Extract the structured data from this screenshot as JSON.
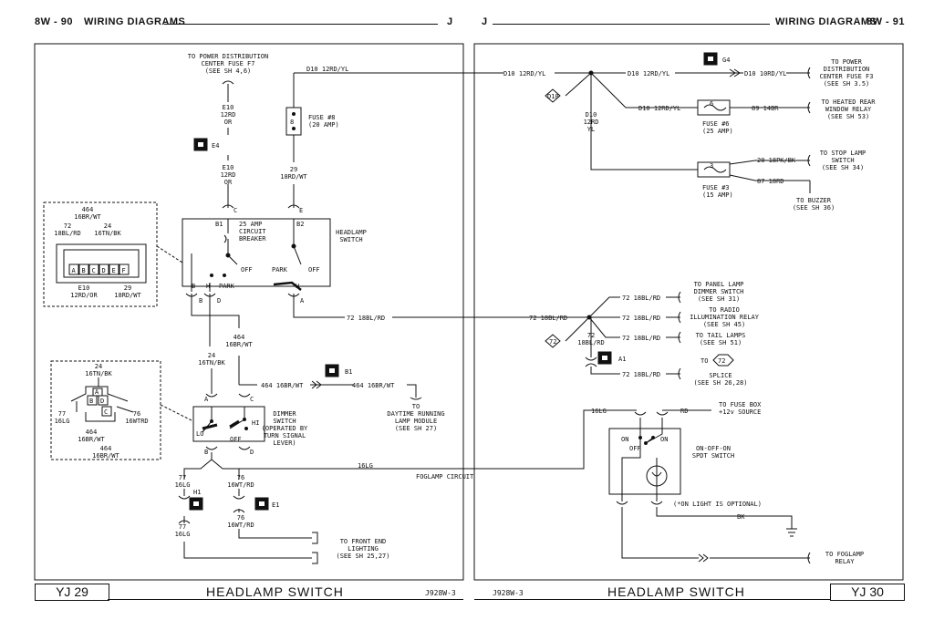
{
  "header": {
    "left_page": "8W - 90",
    "left_section": "WIRING DIAGRAMS",
    "left_letter": "J",
    "right_letter": "J",
    "right_section": "WIRING DIAGRAMS",
    "right_page": "8W - 91"
  },
  "footer": {
    "left_box": "YJ   29",
    "left_title": "HEADLAMP SWITCH",
    "left_code": "J928W-3",
    "right_code": "J928W-3",
    "right_title": "HEADLAMP SWITCH",
    "right_box": "YJ   30"
  },
  "diagram": {
    "pdc_f7": [
      "TO POWER DISTRIBUTION",
      "CENTER FUSE F7",
      "(SEE SH 4,6)"
    ],
    "wire_e10_top": [
      "E10",
      "12RD",
      "OR"
    ],
    "wire_e10_bottom": [
      "E10",
      "12RD",
      "OR"
    ],
    "ground_e4": "E4",
    "fuse8": [
      "FUSE #8",
      "(20 AMP)"
    ],
    "wire_29": [
      "29",
      "18RD/WT"
    ],
    "d10_wire": "D10 12RD/YL",
    "d10_wire_2": "D10 12RD/YL",
    "d10_wire_3": "D10 12RD/YL",
    "d10_wire_4": "D10 12RD/YL",
    "d10_wire_5": "D10 10RD/YL",
    "splice_d10": "D10",
    "d10_vert": [
      "D10",
      "12RD",
      "YL"
    ],
    "ground_g4": "G4",
    "pdc_f3": [
      "TO POWER",
      "DISTRIBUTION",
      "CENTER FUSE F3",
      "(SEE SH 3.5)"
    ],
    "fuse6": [
      "FUSE #6",
      "(25 AMP)"
    ],
    "wire_89": "89 14BR",
    "heated_rear": [
      "TO HEATED REAR",
      "WINDOW RELAY",
      "(SEE SH 53)"
    ],
    "fuse3": [
      "FUSE #3",
      "(15 AMP)"
    ],
    "wire_20": "20 18PK/BK",
    "wire_87": "87 18RD",
    "stop_lamp": [
      "TO STOP LAMP",
      "SWITCH",
      "(SEE SH 34)"
    ],
    "buzzer": [
      "TO BUZZER",
      "(SEE SH 36)"
    ],
    "connector_left": {
      "w464": [
        "464",
        "16BR/WT"
      ],
      "w72": [
        "72",
        "18BL/RD"
      ],
      "w24": [
        "24",
        "16TN/BK"
      ],
      "pins": [
        "A",
        "B",
        "C",
        "D",
        "E",
        "F"
      ],
      "e10": [
        "E10",
        "12RD/OR"
      ],
      "w29": [
        "29",
        "18RD/WT"
      ]
    },
    "breaker": [
      "25 AMP",
      "CIRCUIT",
      "BREAKER"
    ],
    "headlamp_switch": [
      "HEADLAMP",
      "SWITCH"
    ],
    "pins_hs": {
      "b1": "B1",
      "b2": "B2",
      "c": "C",
      "e": "E",
      "b": "B",
      "h": "H",
      "d": "D",
      "a": "A"
    },
    "pos": {
      "off": "OFF",
      "park": "PARK",
      "off2": "OFF",
      "park2": "PARK"
    },
    "wire_72_main": "72 18BL/RD",
    "wire_72_main2": "72 18BL/RD",
    "wire_464": [
      "464",
      "16BR/WT"
    ],
    "wire_24": [
      "24",
      "16TN/BK"
    ],
    "ground_b1": "B1",
    "wire_464_h": "464 16BR/WT",
    "wire_464_h2": "464 16BR/WT",
    "drl": [
      "TO",
      "DAYTIME RUNNING",
      "LAMP MODULE",
      "(SEE SH 27)"
    ],
    "dimmer": [
      "DIMMER",
      "SWITCH",
      "(OPERATED BY",
      "TURN SIGNAL",
      "LEVER)"
    ],
    "dimmer_pos": {
      "lo": "LO",
      "hi": "HI",
      "off": "OFF",
      "a": "A",
      "c": "C",
      "b": "B",
      "d": "D"
    },
    "connector_dimmer": {
      "w24": [
        "24",
        "16TN/BK"
      ],
      "pins": [
        "A",
        "B",
        "D",
        "C"
      ],
      "w77": [
        "77",
        "16LG"
      ],
      "w76": [
        "76",
        "16WTRD"
      ],
      "w464a": [
        "464",
        "16BR/WT"
      ],
      "w464b": [
        "464",
        "16BR/WT"
      ]
    },
    "wire_77_top": [
      "77",
      "16LG"
    ],
    "ground_h1": "H1",
    "wire_77_bot": [
      "77",
      "16LG"
    ],
    "wire_76_top": [
      "76",
      "16WT/RD"
    ],
    "ground_e1": "E1",
    "wire_76_bot": [
      "76",
      "16WT/RD"
    ],
    "front_end": [
      "TO FRONT END",
      "LIGHTING",
      "(SEE SH 25,27)"
    ],
    "wire_16lg": "16LG",
    "wire_16lg_2": "16LG",
    "foglamp_circuit": "FOGLAMP CIRCUIT",
    "rd": "RD",
    "fuse_box": [
      "TO FUSE BOX",
      "+12v SOURCE"
    ],
    "spdt": [
      "ON-OFF-ON",
      "SPDT SWITCH"
    ],
    "spdt_pos": {
      "on1": "ON",
      "off": "OFF",
      "on2": "ON"
    },
    "on_light": "(*ON LIGHT IS OPTIONAL)",
    "bk": "BK",
    "foglamp_relay": [
      "TO FOGLAMP",
      "RELAY"
    ],
    "splice_72": "72",
    "r72_1": "72 18BL/RD",
    "r72_2": "72 18BL/RD",
    "r72_3": "72 18BL/RD",
    "r72_4": "72 18BL/RD",
    "r72_vert": [
      "72",
      "18BL/RD"
    ],
    "ground_a1": "A1",
    "panel_lamp": [
      "TO PANEL LAMP",
      "DIMMER SWITCH",
      "(SEE SH 31)"
    ],
    "radio": [
      "TO RADIO",
      "ILLUMINATION RELAY",
      "(SEE SH 45)"
    ],
    "tail": [
      "TO TAIL LAMPS",
      "(SEE SH 51)"
    ],
    "splice_to": "TO",
    "splice_72b": "72",
    "splice_see": [
      "SPLICE",
      "(SEE SH 26,28)"
    ]
  }
}
